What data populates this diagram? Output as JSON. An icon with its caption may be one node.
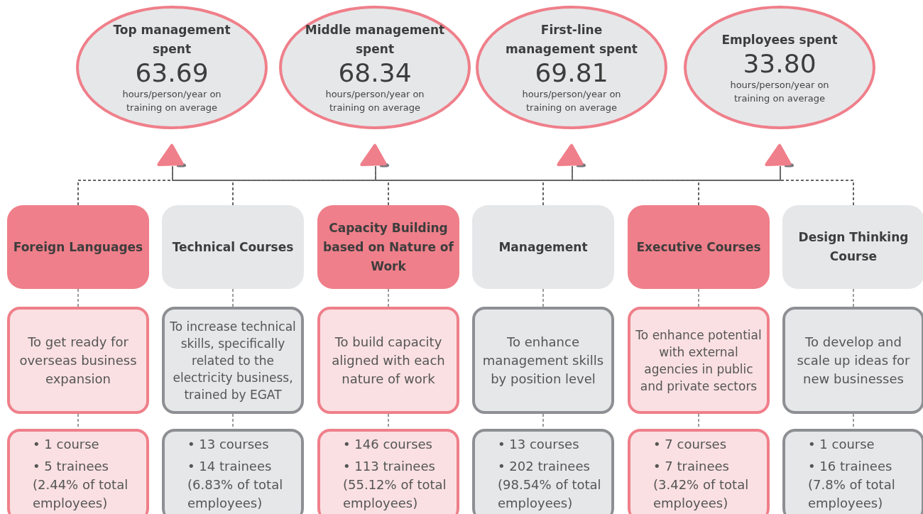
{
  "diagram": {
    "nodes": [
      {
        "text": [
          "Top management spent",
          "63.69",
          "hours/person/year on training on average"
        ]
      },
      {
        "text": [
          "Middle management spent",
          "68.34",
          "hours/person/year on training on average"
        ]
      },
      {
        "text": [
          "First-line management spent",
          "69.81",
          "hours/person/year on training on average"
        ]
      },
      {
        "text": [
          "Employees spent",
          "33.80",
          "hours/person/year on training on average"
        ]
      },
      {
        "text": [],
        "shape": "triangle"
      },
      {
        "text": [],
        "shape": "triangle"
      },
      {
        "text": [],
        "shape": "triangle"
      },
      {
        "text": [],
        "shape": "triangle"
      },
      {
        "text": [
          "Foreign Languages"
        ]
      },
      {
        "text": [
          "Technical Courses"
        ]
      },
      {
        "text": [
          "Capacity Building based on Nature of Work"
        ]
      },
      {
        "text": [
          "Management"
        ]
      },
      {
        "text": [
          "Executive Courses"
        ]
      },
      {
        "text": [
          "Design Thinking Course"
        ]
      },
      {
        "text": [
          "To get ready for overseas business expansion"
        ]
      },
      {
        "text": [
          "To increase technical skills, specifically related to the electricity business, trained by EGAT"
        ]
      },
      {
        "text": [
          "To build capacity aligned with each nature of work"
        ]
      },
      {
        "text": [
          "To enhance management skills by position level"
        ]
      },
      {
        "text": [
          "To enhance potential with external agencies in public and private sectors"
        ]
      },
      {
        "text": [
          "To develop and scale up ideas for new businesses"
        ]
      },
      {
        "text": [
          "• 1 course",
          "• 5 trainees (2.44% of total employees)"
        ]
      },
      {
        "text": [
          "• 13 courses",
          "• 14 trainees (6.83% of total employees)"
        ]
      },
      {
        "text": [
          "• 146 courses",
          "• 113 trainees (55.12% of total employees)"
        ]
      },
      {
        "text": [
          "• 13 courses",
          "• 202 trainees (98.54% of total employees)"
        ]
      },
      {
        "text": [
          "• 7 courses",
          "• 7 trainees (3.42% of total employees)"
        ]
      },
      {
        "text": [
          "• 1 course",
          "• 16 trainees (7.8% of total employees)"
        ]
      }
    ],
    "edges": [
      {
        "from": 8,
        "to": 4,
        "arrow": "none",
        "style": "dashed"
      },
      {
        "from": 8,
        "to": 5,
        "arrow": "none",
        "style": "dashed"
      },
      {
        "from": 8,
        "to": 6,
        "arrow": "none",
        "style": "dashed"
      },
      {
        "from": 8,
        "to": 7,
        "arrow": "none",
        "style": "dashed"
      },
      {
        "from": 9,
        "to": 4,
        "arrow": "none",
        "style": "dashed"
      },
      {
        "from": 9,
        "to": 5,
        "arrow": "none",
        "style": "dashed"
      },
      {
        "from": 9,
        "to": 6,
        "arrow": "none",
        "style": "dashed"
      },
      {
        "from": 9,
        "to": 7,
        "arrow": "none",
        "style": "dashed"
      },
      {
        "from": 10,
        "to": 4,
        "arrow": "none",
        "style": "dashed"
      },
      {
        "from": 10,
        "to": 5,
        "arrow": "none",
        "style": "dashed"
      },
      {
        "from": 10,
        "to": 6,
        "arrow": "none",
        "style": "dashed"
      },
      {
        "from": 10,
        "to": 7,
        "arrow": "none",
        "style": "dashed"
      },
      {
        "from": 11,
        "to": 4,
        "arrow": "none",
        "style": "dashed"
      },
      {
        "from": 11,
        "to": 5,
        "arrow": "none",
        "style": "dashed"
      },
      {
        "from": 11,
        "to": 6,
        "arrow": "none",
        "style": "dashed"
      },
      {
        "from": 11,
        "to": 7,
        "arrow": "none",
        "style": "dashed"
      },
      {
        "from": 12,
        "to": 4,
        "arrow": "none",
        "style": "dashed"
      },
      {
        "from": 12,
        "to": 5,
        "arrow": "none",
        "style": "dashed"
      },
      {
        "from": 12,
        "to": 6,
        "arrow": "none",
        "style": "dashed"
      },
      {
        "from": 12,
        "to": 7,
        "arrow": "none",
        "style": "dashed"
      },
      {
        "from": 13,
        "to": 4,
        "arrow": "none",
        "style": "dashed"
      },
      {
        "from": 13,
        "to": 5,
        "arrow": "none",
        "style": "dashed"
      },
      {
        "from": 13,
        "to": 6,
        "arrow": "none",
        "style": "dashed"
      },
      {
        "from": 13,
        "to": 7,
        "arrow": "none",
        "style": "dashed"
      },
      {
        "from": 8,
        "to": 14,
        "arrow": "none",
        "style": "dashed"
      },
      {
        "from": 9,
        "to": 15,
        "arrow": "none",
        "style": "dashed"
      },
      {
        "from": 10,
        "to": 16,
        "arrow": "none",
        "style": "dashed"
      },
      {
        "from": 11,
        "to": 17,
        "arrow": "none",
        "style": "dashed"
      },
      {
        "from": 12,
        "to": 18,
        "arrow": "none",
        "style": "dashed"
      },
      {
        "from": 13,
        "to": 19,
        "arrow": "none",
        "style": "dashed"
      },
      {
        "from": 14,
        "to": 20,
        "arrow": "none",
        "style": "dashed"
      },
      {
        "from": 15,
        "to": 21,
        "arrow": "none",
        "style": "dashed"
      },
      {
        "from": 16,
        "to": 22,
        "arrow": "none",
        "style": "dashed"
      },
      {
        "from": 17,
        "to": 23,
        "arrow": "none",
        "style": "dashed"
      },
      {
        "from": 18,
        "to": 24,
        "arrow": "none",
        "style": "dashed"
      },
      {
        "from": 19,
        "to": 25,
        "arrow": "none",
        "style": "dashed"
      }
    ]
  }
}
